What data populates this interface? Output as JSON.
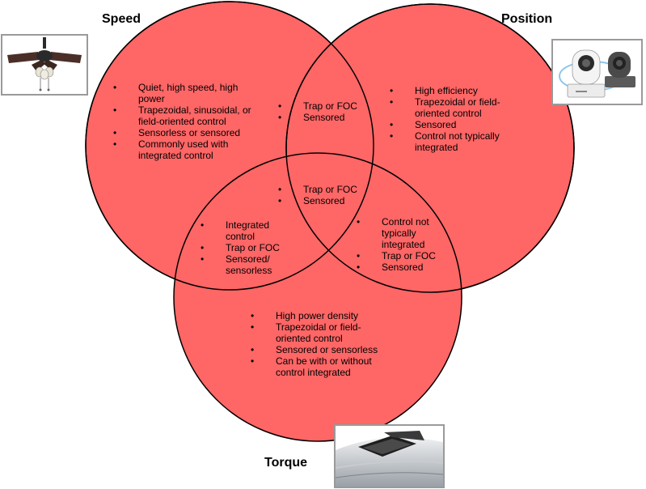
{
  "labels": {
    "speed": "Speed",
    "position": "Position",
    "torque": "Torque"
  },
  "regions": {
    "speed_only": [
      "Quiet, high speed, high power",
      "Trapezoidal, sinusoidal, or field-oriented control",
      "Sensorless or sensored",
      "Commonly used with integrated control"
    ],
    "position_only": [
      "High efficiency",
      "Trapezoidal or field-oriented control",
      "Sensored",
      "Control not typically integrated"
    ],
    "speed_position": [
      "Trap or FOC",
      "Sensored"
    ],
    "center": [
      "Trap or FOC",
      "Sensored"
    ],
    "speed_torque": [
      "Integrated control",
      "Trap or FOC",
      "Sensored/ sensorless"
    ],
    "position_torque": [
      "Control not typically integrated",
      "Trap or FOC",
      "Sensored"
    ],
    "torque_only": [
      "High power density",
      "Trapezoidal or field-oriented control",
      "Sensored or sensorless",
      "Can be with or without control integrated"
    ]
  },
  "images": {
    "speed": "ceiling-fan-photo",
    "position": "ptz-camera-photo",
    "torque": "car-sunroof-photo"
  },
  "colors": {
    "circle_fill": "#ff6666",
    "circle_stroke": "#000000"
  }
}
